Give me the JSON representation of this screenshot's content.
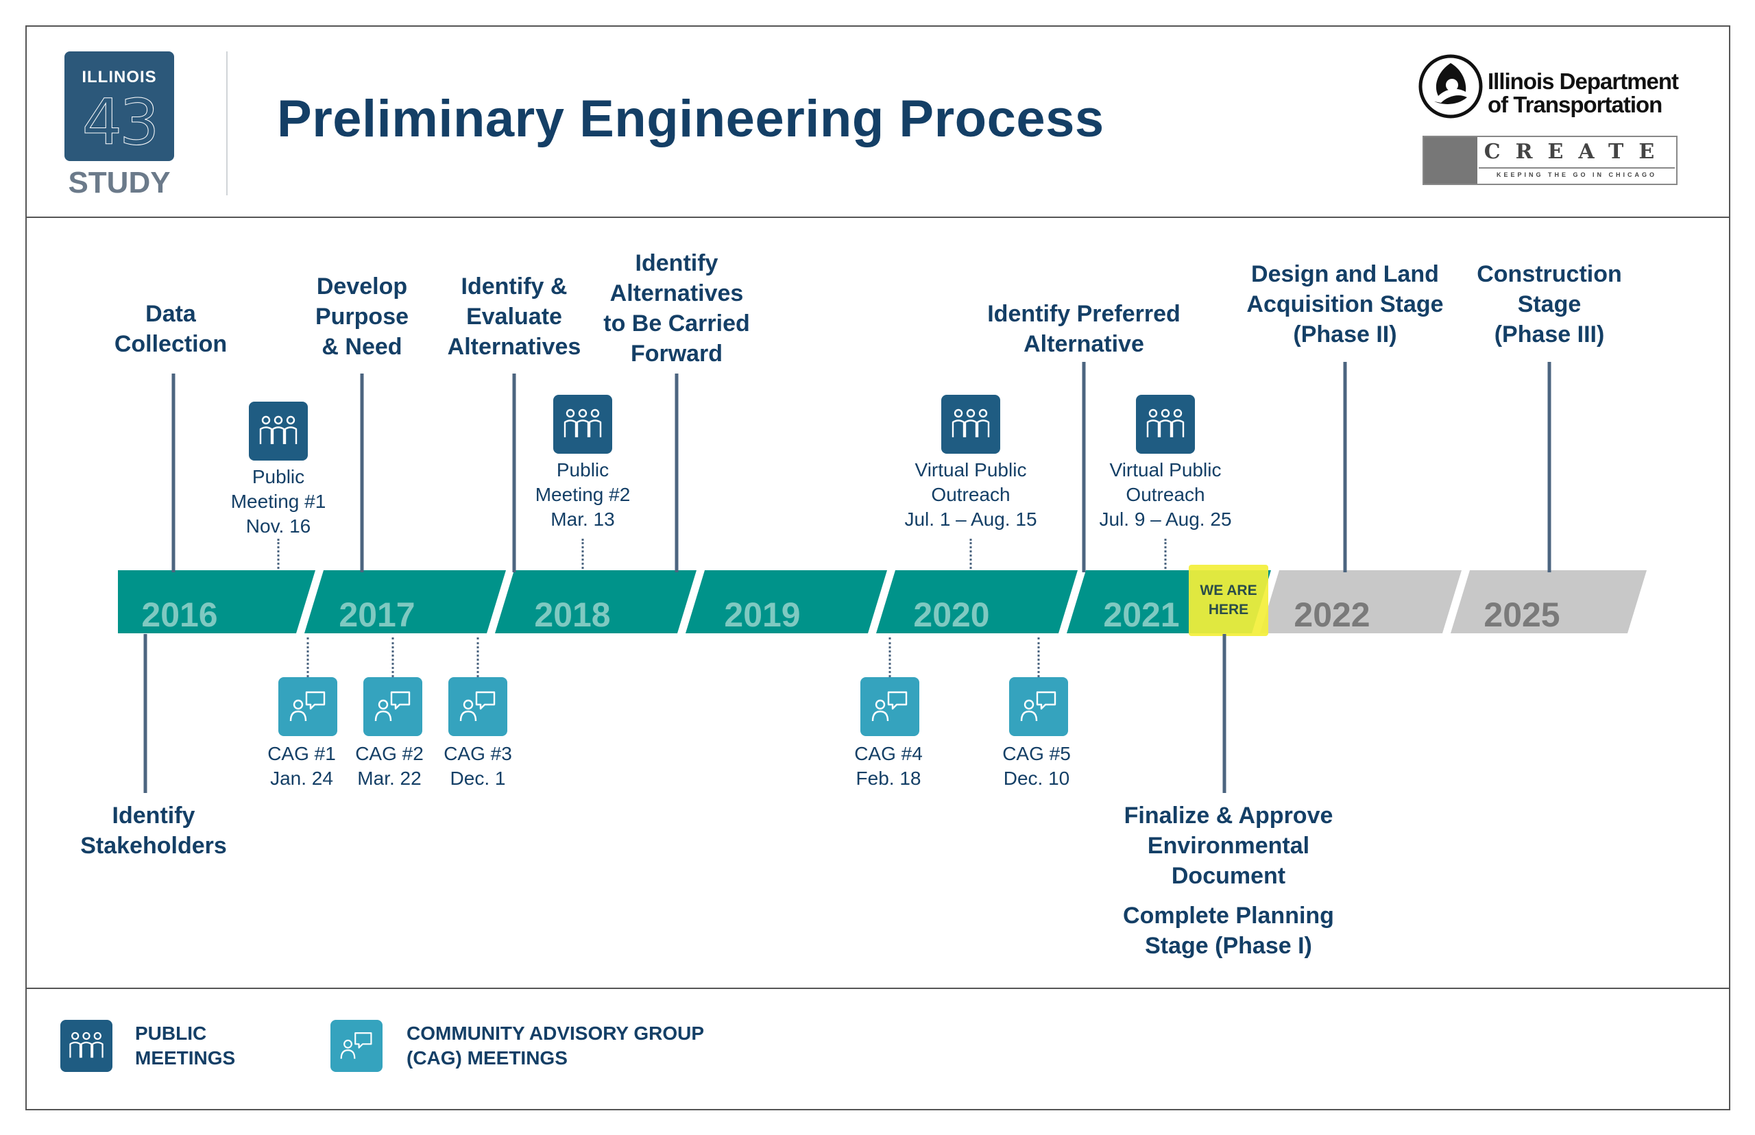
{
  "header": {
    "logo_state": "ILLINOIS",
    "logo_number": "43",
    "logo_study": "STUDY",
    "title": "Preliminary Engineering Process",
    "idot_name_line1": "Illinois Department",
    "idot_name_line2": "of Transportation",
    "create_word": "CREATE",
    "create_tagline": "KEEPING THE GO IN CHICAGO"
  },
  "timeline": {
    "years": [
      {
        "label": "2016",
        "status": "past"
      },
      {
        "label": "2017",
        "status": "past"
      },
      {
        "label": "2018",
        "status": "past"
      },
      {
        "label": "2019",
        "status": "past"
      },
      {
        "label": "2020",
        "status": "past"
      },
      {
        "label": "2021",
        "status": "past"
      },
      {
        "label": "2022",
        "status": "future"
      },
      {
        "label": "2025",
        "status": "future"
      }
    ],
    "current_marker": {
      "line1": "WE ARE",
      "line2": "HERE"
    }
  },
  "milestones_above": [
    {
      "line1": "Data",
      "line2": "Collection"
    },
    {
      "line1": "Develop",
      "line2": "Purpose",
      "line3": "& Need"
    },
    {
      "line1": "Identify &",
      "line2": "Evaluate",
      "line3": "Alternatives"
    },
    {
      "line1": "Identify",
      "line2": "Alternatives",
      "line3": "to Be Carried",
      "line4": "Forward"
    },
    {
      "line1": "Identify Preferred",
      "line2": "Alternative"
    },
    {
      "line1": "Design and Land",
      "line2": "Acquisition Stage",
      "line3": "(Phase II)"
    },
    {
      "line1": "Construction",
      "line2": "Stage",
      "line3": "(Phase III)"
    }
  ],
  "milestones_below": [
    {
      "line1": "Identify",
      "line2": "Stakeholders"
    },
    {
      "line1": "Finalize & Approve",
      "line2": "Environmental",
      "line3": "Document",
      "line4": "Complete Planning",
      "line5": "Stage (Phase I)"
    }
  ],
  "public_meetings": [
    {
      "line1": "Public",
      "line2": "Meeting #1",
      "line3": "Nov. 16"
    },
    {
      "line1": "Public",
      "line2": "Meeting #2",
      "line3": "Mar. 13"
    },
    {
      "line1": "Virtual Public",
      "line2": "Outreach",
      "line3": "Jul. 1 – Aug. 15"
    },
    {
      "line1": "Virtual Public",
      "line2": "Outreach",
      "line3": "Jul. 9 – Aug. 25"
    }
  ],
  "cag_meetings": [
    {
      "line1": "CAG #1",
      "line2": "Jan. 24"
    },
    {
      "line1": "CAG #2",
      "line2": "Mar. 22"
    },
    {
      "line1": "CAG #3",
      "line2": "Dec. 1"
    },
    {
      "line1": "CAG #4",
      "line2": "Feb. 18"
    },
    {
      "line1": "CAG #5",
      "line2": "Dec. 10"
    }
  ],
  "legend": {
    "public_line1": "PUBLIC",
    "public_line2": "MEETINGS",
    "cag_line1": "COMMUNITY ADVISORY GROUP",
    "cag_line2": "(CAG) MEETINGS"
  },
  "icons": {
    "public_meeting": "people-group-icon",
    "cag_meeting": "person-speech-bubble-icon"
  },
  "colors": {
    "navy": "#143f66",
    "teal_band": "#00938a",
    "grey_band": "#c8c8c8",
    "public_icon_bg": "#1f5c82",
    "cag_icon_bg": "#35a3be",
    "highlight": "#f3ef3a"
  }
}
